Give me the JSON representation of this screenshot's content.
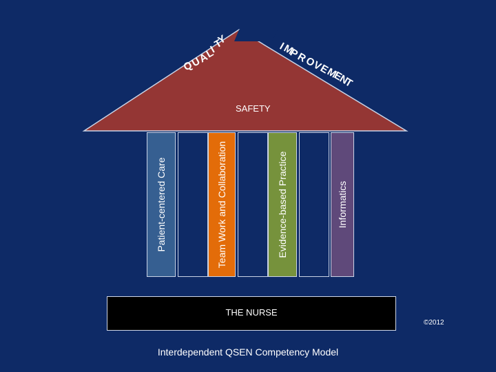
{
  "roof": {
    "label_left": "QUALITY",
    "label_right": "IMPROVEMENT",
    "center_label": "SAFETY",
    "color": "#943634"
  },
  "pillars": [
    {
      "label": "Patient-centered Care",
      "color": "#365f91"
    },
    {
      "label": "Team Work and Collaboration",
      "color": "#e36c09"
    },
    {
      "label": "Evidence-based Practice",
      "color": "#76923c"
    },
    {
      "label": "Informatics",
      "color": "#5f497a"
    }
  ],
  "base": {
    "label": "THE NURSE",
    "color": "#000000"
  },
  "copyright": "©2012",
  "caption": "Interdependent QSEN Competency Model"
}
